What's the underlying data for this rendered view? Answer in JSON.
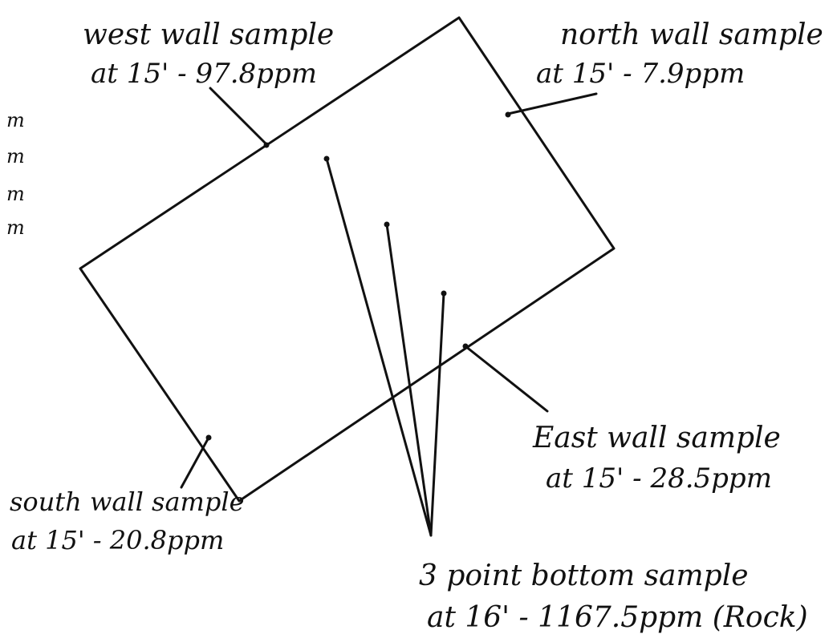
{
  "labels": {
    "west_line1": "west wall sample",
    "west_line2": "at 15' - 97.8ppm",
    "north_line1": "north wall sample",
    "north_line2": "at 15' - 7.9ppm",
    "east_line1": "East wall sample",
    "east_line2": "at 15' - 28.5ppm",
    "south_line1": "south wall sample",
    "south_line2": "at 15' - 20.8ppm",
    "bottom_line1": "3 point bottom sample",
    "bottom_line2": "at 16' - 1167.5ppm (Rock)",
    "margin_fragments": [
      "m",
      "m",
      "m",
      "m"
    ]
  },
  "colors": {
    "ink": "#111111",
    "paper": "#ffffff"
  }
}
